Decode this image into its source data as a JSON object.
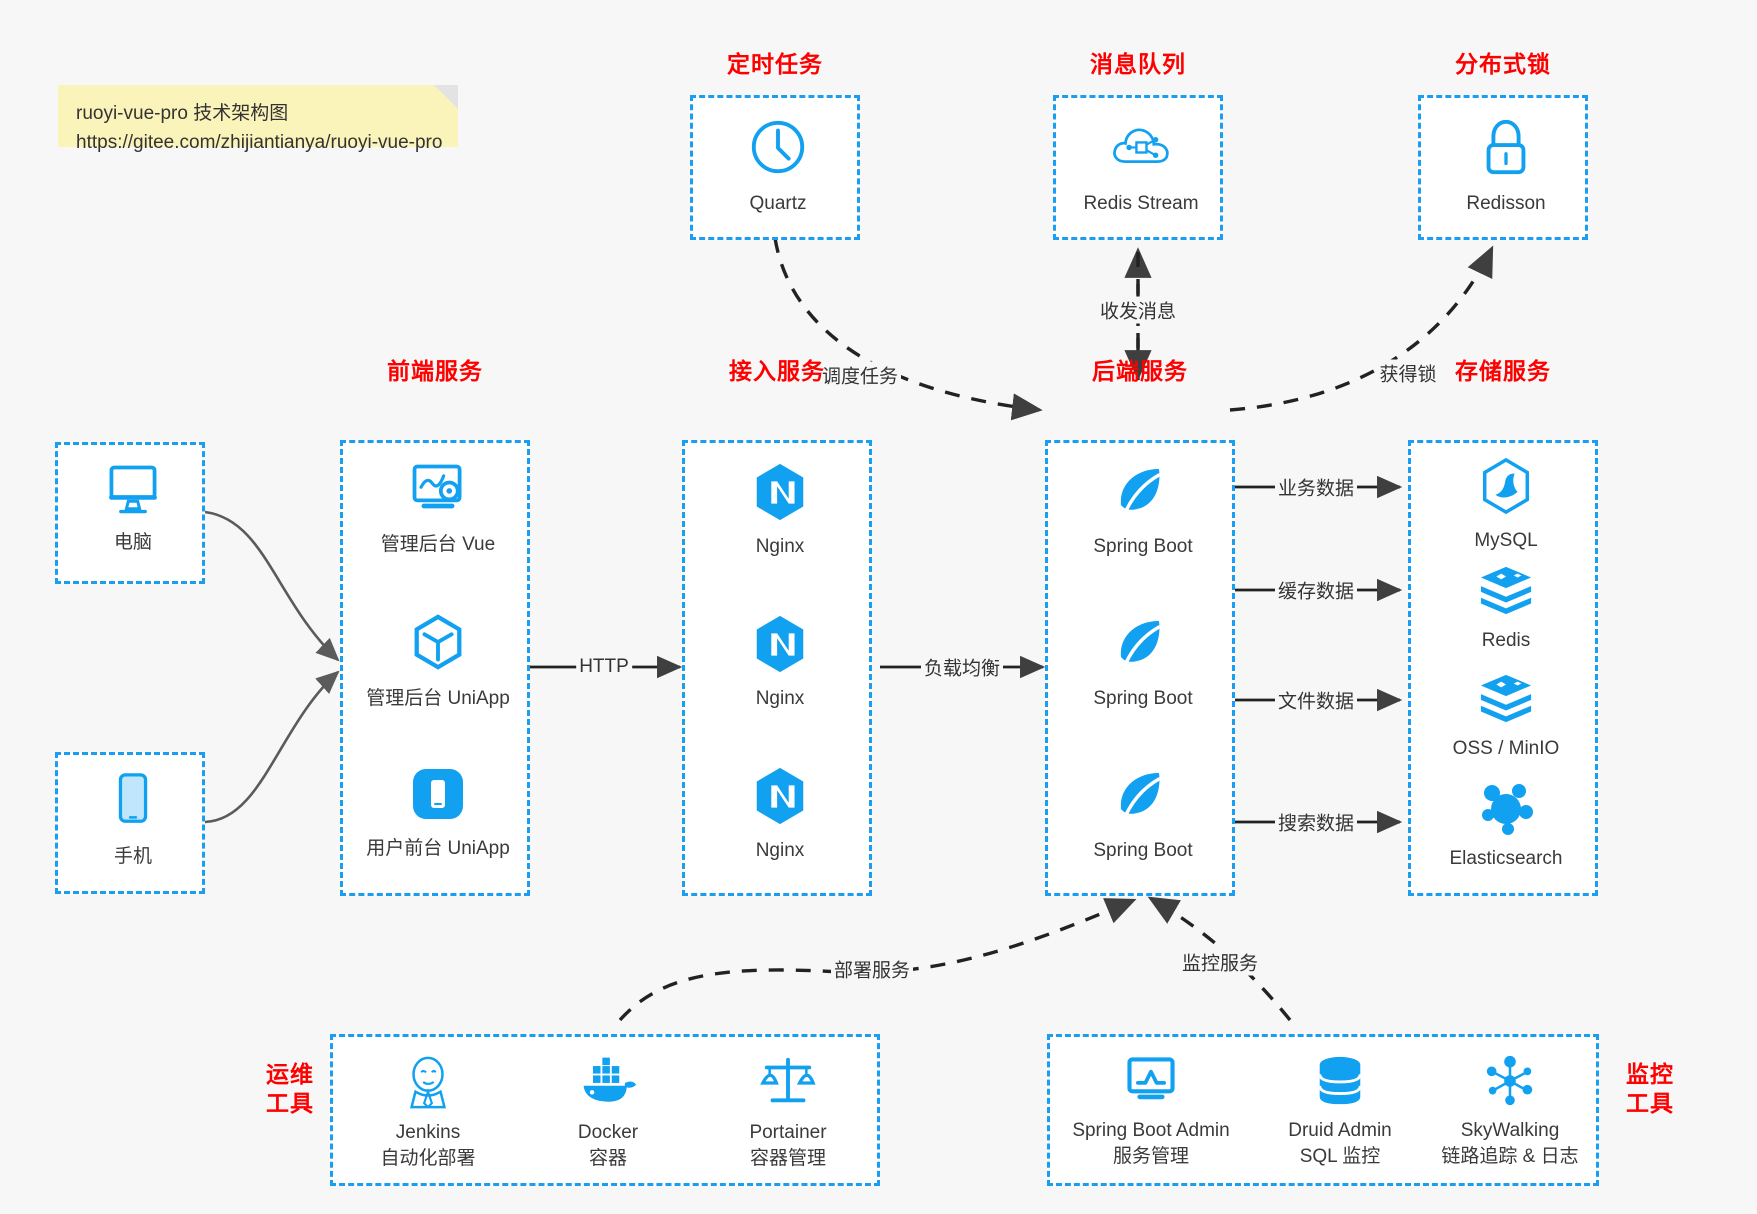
{
  "note": {
    "line1": "ruoyi-vue-pro 技术架构图",
    "line2": "https://gitee.com/zhijiantianya/ruoyi-vue-pro"
  },
  "colors": {
    "accent": "#1b9df0",
    "icon": "#12a0f0",
    "title": "#ff0000",
    "background": "#f7f7f7",
    "box": "#ffffff",
    "connector": "#3f3f3f",
    "note": "#fbf4ba"
  },
  "groups": {
    "scheduler": {
      "title": "定时任务",
      "nodes": [
        {
          "label": "Quartz",
          "icon": "clock-icon"
        }
      ]
    },
    "mq": {
      "title": "消息队列",
      "nodes": [
        {
          "label": "Redis Stream",
          "icon": "cloud-stream-icon"
        }
      ]
    },
    "lock": {
      "title": "分布式锁",
      "nodes": [
        {
          "label": "Redisson",
          "icon": "padlock-icon"
        }
      ]
    },
    "clients": {
      "nodes": [
        {
          "label": "电脑",
          "icon": "desktop-monitor-icon"
        },
        {
          "label": "手机",
          "icon": "mobile-phone-icon"
        }
      ]
    },
    "frontend": {
      "title": "前端服务",
      "nodes": [
        {
          "label": "管理后台 Vue",
          "icon": "dashboard-gear-icon"
        },
        {
          "label": "管理后台 UniApp",
          "icon": "uniapp-cube-icon"
        },
        {
          "label": "用户前台 UniApp",
          "icon": "app-phone-icon"
        }
      ]
    },
    "gateway": {
      "title": "接入服务",
      "nodes": [
        {
          "label": "Nginx",
          "icon": "nginx-icon"
        },
        {
          "label": "Nginx",
          "icon": "nginx-icon"
        },
        {
          "label": "Nginx",
          "icon": "nginx-icon"
        }
      ]
    },
    "backend": {
      "title": "后端服务",
      "nodes": [
        {
          "label": "Spring Boot",
          "icon": "spring-boot-icon"
        },
        {
          "label": "Spring Boot",
          "icon": "spring-boot-icon"
        },
        {
          "label": "Spring Boot",
          "icon": "spring-boot-icon"
        }
      ]
    },
    "storage": {
      "title": "存储服务",
      "nodes": [
        {
          "label": "MySQL",
          "icon": "mysql-dolphin-icon"
        },
        {
          "label": "Redis",
          "icon": "redis-stack-icon"
        },
        {
          "label": "OSS / MinIO",
          "icon": "object-storage-icon"
        },
        {
          "label": "Elasticsearch",
          "icon": "elasticsearch-icon"
        }
      ]
    },
    "devops": {
      "title_line1": "运维",
      "title_line2": "工具",
      "nodes": [
        {
          "label": "Jenkins",
          "sublabel": "自动化部署",
          "icon": "jenkins-butler-icon"
        },
        {
          "label": "Docker",
          "sublabel": "容器",
          "icon": "docker-whale-icon"
        },
        {
          "label": "Portainer",
          "sublabel": "容器管理",
          "icon": "scales-icon"
        }
      ]
    },
    "monitor": {
      "title_line1": "监控",
      "title_line2": "工具",
      "nodes": [
        {
          "label": "Spring Boot Admin",
          "sublabel": "服务管理",
          "icon": "monitor-chart-icon"
        },
        {
          "label": "Druid Admin",
          "sublabel": "SQL 监控",
          "icon": "database-icon"
        },
        {
          "label": "SkyWalking",
          "sublabel": "链路追踪 & 日志",
          "icon": "skywalking-nodes-icon"
        }
      ]
    }
  },
  "edges": {
    "http": "HTTP",
    "load_balance": "负载均衡",
    "schedule_task": "调度任务",
    "send_receive_message": "收发消息",
    "acquire_lock": "获得锁",
    "business_data": "业务数据",
    "cache_data": "缓存数据",
    "file_data": "文件数据",
    "search_data": "搜索数据",
    "deploy_service": "部署服务",
    "monitor_service": "监控服务"
  }
}
